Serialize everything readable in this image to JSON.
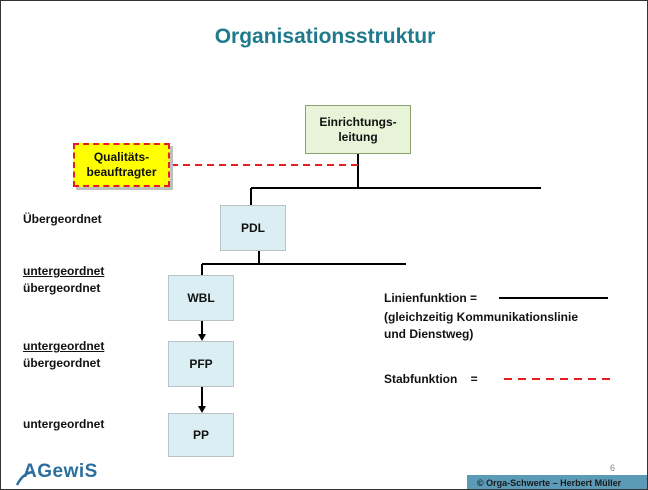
{
  "title": "Organisationsstruktur",
  "nodes": {
    "leitung": "Einrichtungs-\nleitung",
    "qb": "Qualitäts-\nbeauftragter",
    "pdl": "PDL",
    "wbl": "WBL",
    "pfp": "PFP",
    "pp": "PP"
  },
  "levels": {
    "l1": "Übergeordnet",
    "l2a": "untergeordnet",
    "l2b": "übergeordnet",
    "l3a": "untergeordnet",
    "l3b": "übergeordnet",
    "l4": "untergeordnet"
  },
  "legend": {
    "linien_label": "Linienfunktion =",
    "linien_desc": "(gleichzeitig Kommunikationslinie\nund Dienstweg)",
    "stab_label": "Stabfunktion    ="
  },
  "colors": {
    "title": "#1f7a8c",
    "line": "#000000",
    "staff_line": "#e61e1e",
    "qb_fill": "#ffff00"
  },
  "logo": "AGewiS",
  "page_number": "6",
  "footer": "© Orga-Schwerte – Herbert Müller"
}
